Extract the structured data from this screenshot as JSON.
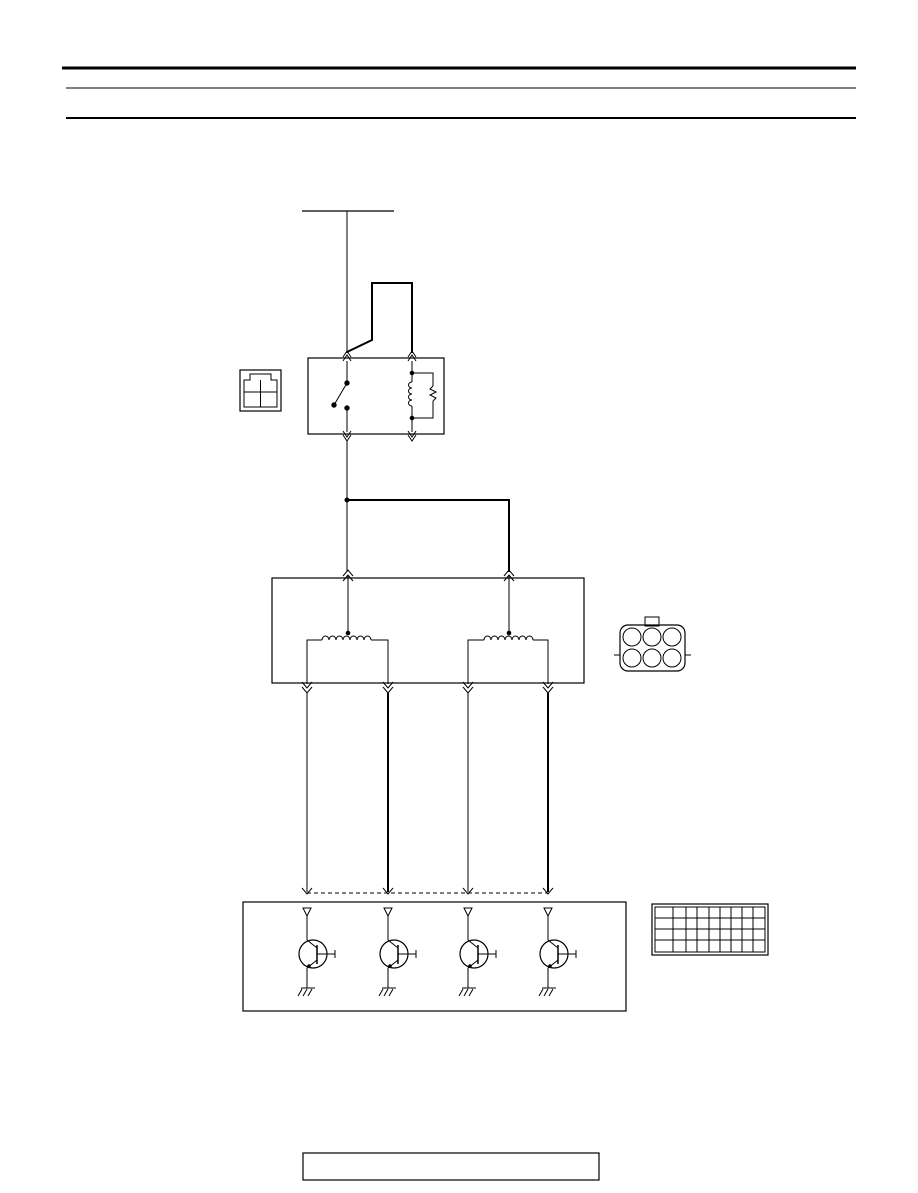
{
  "page": {
    "header_text": "",
    "footer_text": ""
  },
  "diagram": {
    "kind": "wiring-schematic",
    "components": [
      {
        "id": "power-bus",
        "label": ""
      },
      {
        "id": "relay",
        "label": "",
        "connector_icon": "4-pin-connector-icon"
      },
      {
        "id": "stepper-motor",
        "label": "",
        "coils": 2,
        "connector_icon": "6-pin-connector-icon"
      },
      {
        "id": "control-module",
        "label": "",
        "transistors": 4,
        "connector_icon": "multi-pin-connector-icon"
      }
    ],
    "colors": {
      "line": "#000000",
      "background": "#ffffff"
    }
  }
}
